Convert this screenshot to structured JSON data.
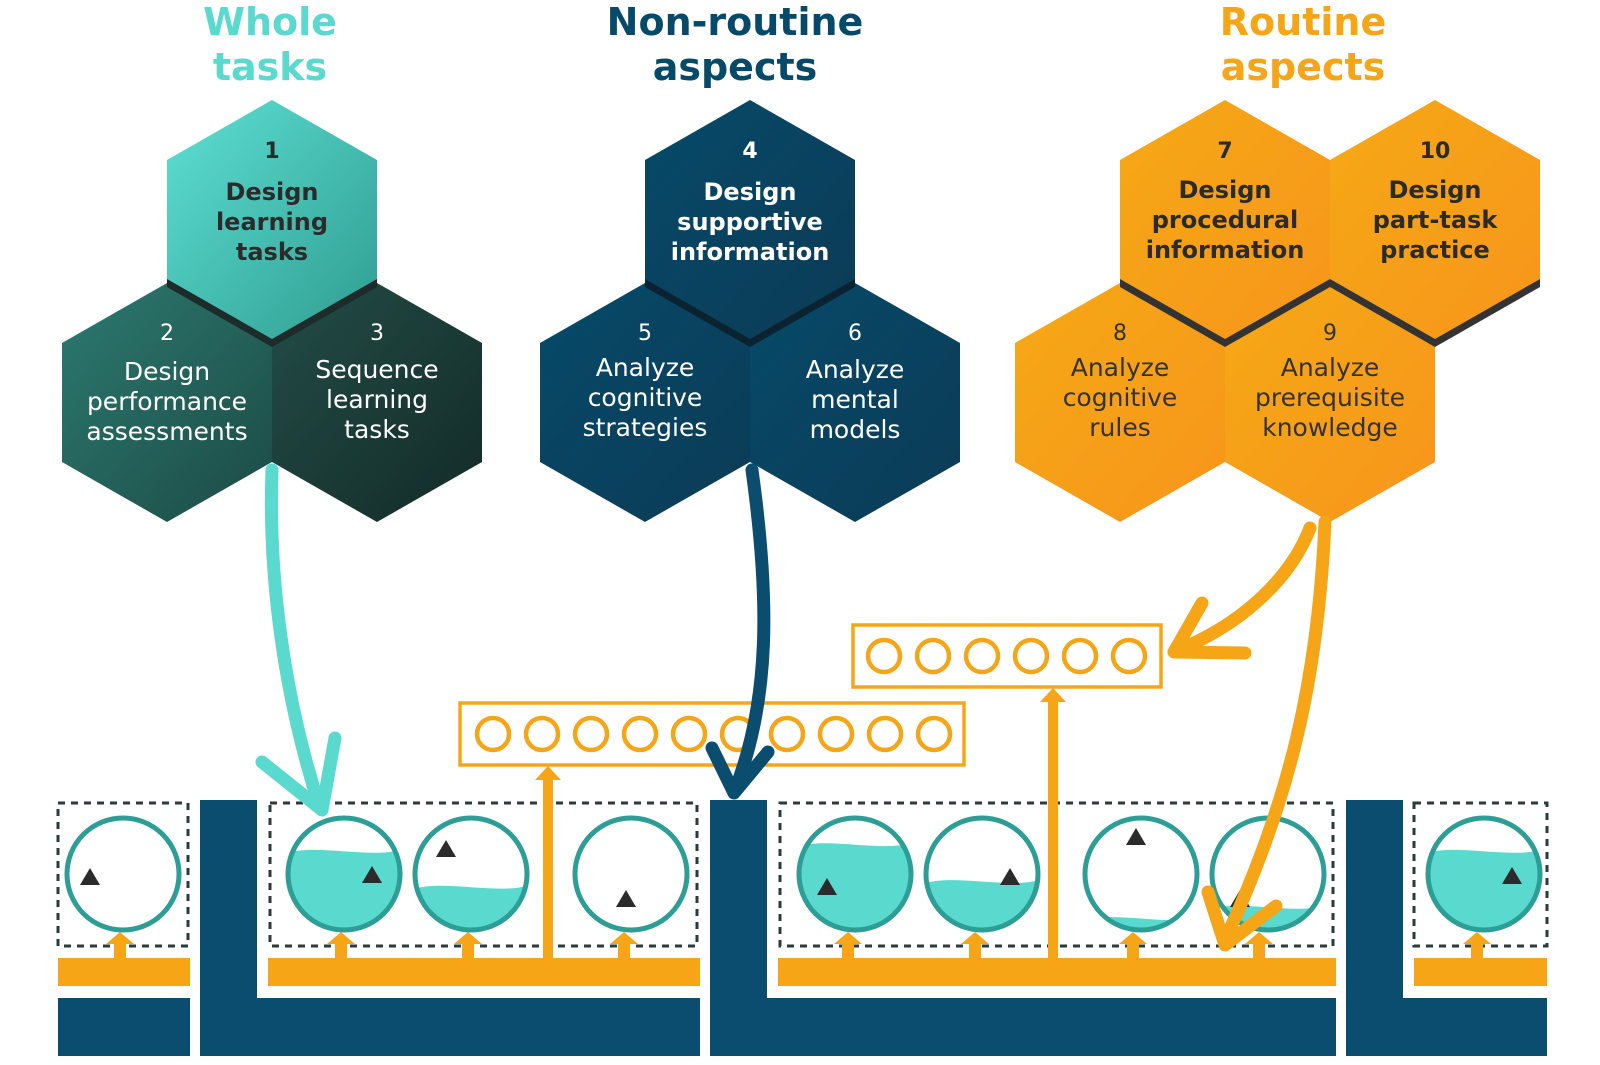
{
  "columns": {
    "whole": {
      "title_line1": "Whole",
      "title_line2": "tasks",
      "color": "#5ad9cf",
      "hex": [
        {
          "num": "1",
          "lines": [
            "Design",
            "learning",
            "tasks"
          ]
        },
        {
          "num": "2",
          "lines": [
            "Design",
            "performance",
            "assessments"
          ]
        },
        {
          "num": "3",
          "lines": [
            "Sequence",
            "learning",
            "tasks"
          ]
        }
      ]
    },
    "nonroutine": {
      "title_line1": "Non-routine",
      "title_line2": "aspects",
      "color": "#064a6a",
      "hex": [
        {
          "num": "4",
          "lines": [
            "Design",
            "supportive",
            "information"
          ]
        },
        {
          "num": "5",
          "lines": [
            "Analyze",
            "cognitive",
            "strategies"
          ]
        },
        {
          "num": "6",
          "lines": [
            "Analyze",
            "mental",
            "models"
          ]
        }
      ]
    },
    "routine": {
      "title_line1": "Routine",
      "title_line2": "aspects",
      "color": "#f5a516",
      "hex": [
        {
          "num": "7",
          "lines": [
            "Design",
            "procedural",
            "information"
          ]
        },
        {
          "num": "10",
          "lines": [
            "Design",
            "part-task",
            "practice"
          ]
        },
        {
          "num": "8",
          "lines": [
            "Analyze",
            "cognitive",
            "rules"
          ]
        },
        {
          "num": "9",
          "lines": [
            "Analyze",
            "prerequisite",
            "knowledge"
          ]
        }
      ]
    }
  },
  "colors": {
    "teal_light": "#5ad9cf",
    "teal_dark": "#1f4a44",
    "navy": "#0a4d6e",
    "orange": "#f5a516",
    "text_dark": "#2b2b2b",
    "text_white": "#ffffff"
  },
  "learning_task_fill_levels": [
    0,
    0.72,
    0.4,
    0,
    0.78,
    0.45,
    0.12,
    0.22,
    0.72
  ]
}
